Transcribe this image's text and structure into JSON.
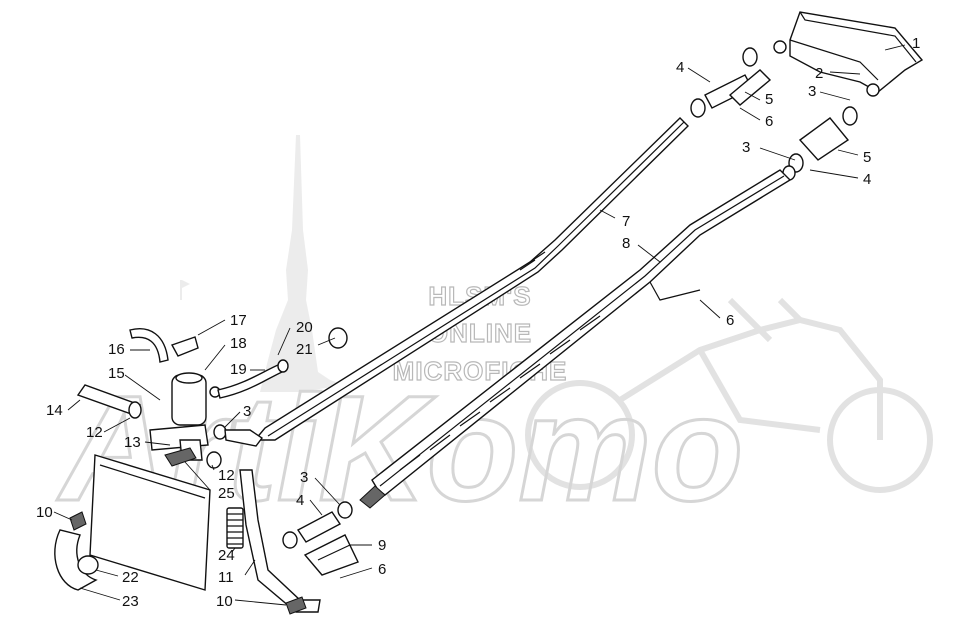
{
  "watermark": {
    "lines": [
      "HLSM'S",
      "ONLINE",
      "MICROFICHE"
    ],
    "brand": "ArtiKomo"
  },
  "callouts": [
    {
      "id": "c1",
      "label": "1"
    },
    {
      "id": "c2",
      "label": "2"
    },
    {
      "id": "c3a",
      "label": "3"
    },
    {
      "id": "c4a",
      "label": "4"
    },
    {
      "id": "c5a",
      "label": "5"
    },
    {
      "id": "c6a",
      "label": "6"
    },
    {
      "id": "c3b",
      "label": "3"
    },
    {
      "id": "c5b",
      "label": "5"
    },
    {
      "id": "c4b",
      "label": "4"
    },
    {
      "id": "c7",
      "label": "7"
    },
    {
      "id": "c8",
      "label": "8"
    },
    {
      "id": "c6b",
      "label": "6"
    },
    {
      "id": "c17",
      "label": "17"
    },
    {
      "id": "c18",
      "label": "18"
    },
    {
      "id": "c16",
      "label": "16"
    },
    {
      "id": "c20",
      "label": "20"
    },
    {
      "id": "c21",
      "label": "21"
    },
    {
      "id": "c19",
      "label": "19"
    },
    {
      "id": "c15",
      "label": "15"
    },
    {
      "id": "c14",
      "label": "14"
    },
    {
      "id": "c3c",
      "label": "3"
    },
    {
      "id": "c12a",
      "label": "12"
    },
    {
      "id": "c13",
      "label": "13"
    },
    {
      "id": "c12b",
      "label": "12"
    },
    {
      "id": "c25",
      "label": "25"
    },
    {
      "id": "c3d",
      "label": "3"
    },
    {
      "id": "c4c",
      "label": "4"
    },
    {
      "id": "c9",
      "label": "9"
    },
    {
      "id": "c6c",
      "label": "6"
    },
    {
      "id": "c10a",
      "label": "10"
    },
    {
      "id": "c24",
      "label": "24"
    },
    {
      "id": "c22",
      "label": "22"
    },
    {
      "id": "c11",
      "label": "11"
    },
    {
      "id": "c23",
      "label": "23"
    },
    {
      "id": "c10b",
      "label": "10"
    }
  ]
}
